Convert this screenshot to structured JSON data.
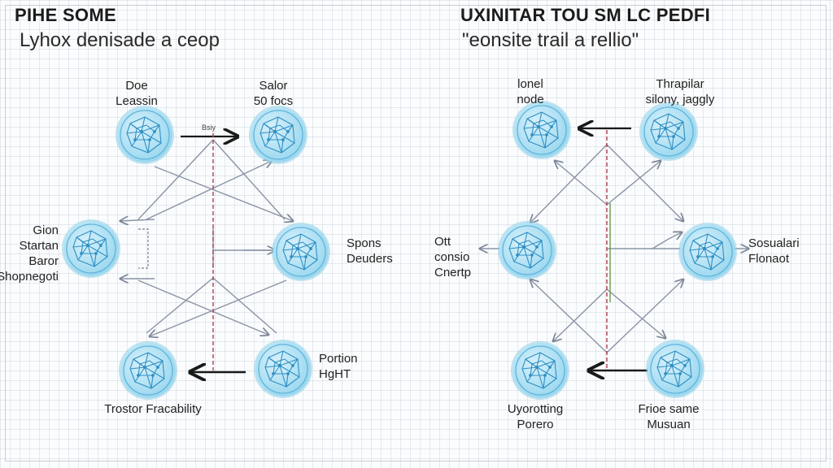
{
  "colors": {
    "node_fill": "#a9def2",
    "node_mesh": "#2f8fc4",
    "edge": "#8a94a6",
    "vertical_marker": "#b04050",
    "vertical_marker_right": "#6a9a4a",
    "arrow_dark": "#1a1a1a"
  },
  "left": {
    "title": "PIHE SOME",
    "subtitle": "Lyhox denisade a ceop",
    "arrow_note": "Bsiy",
    "labels": {
      "top_left": "Doe\nLeassin",
      "top_right": "Salor\n50 focs",
      "mid_left": "Gion\nStartan\nBaror\nShopnegoti",
      "mid_right": "Spons\nDeuders",
      "bottom_right": "Portion\nHgHT",
      "bottom": "Trostor Fracability"
    }
  },
  "right": {
    "title": "UXINITAR TOU SM LC PEDFI",
    "subtitle": "\"eonsite trail a rellio\"",
    "labels": {
      "top_left": "lonel\nnode",
      "top_right": "Thrapilar\nsilony, jaggly",
      "mid_left": "Ott\nconsio\nCnertp",
      "mid_right": "Sosualari\nFlonaot",
      "bottom_left": "Uyorotting\nPorero",
      "bottom_right": "Frioe same\nMusuan"
    }
  }
}
